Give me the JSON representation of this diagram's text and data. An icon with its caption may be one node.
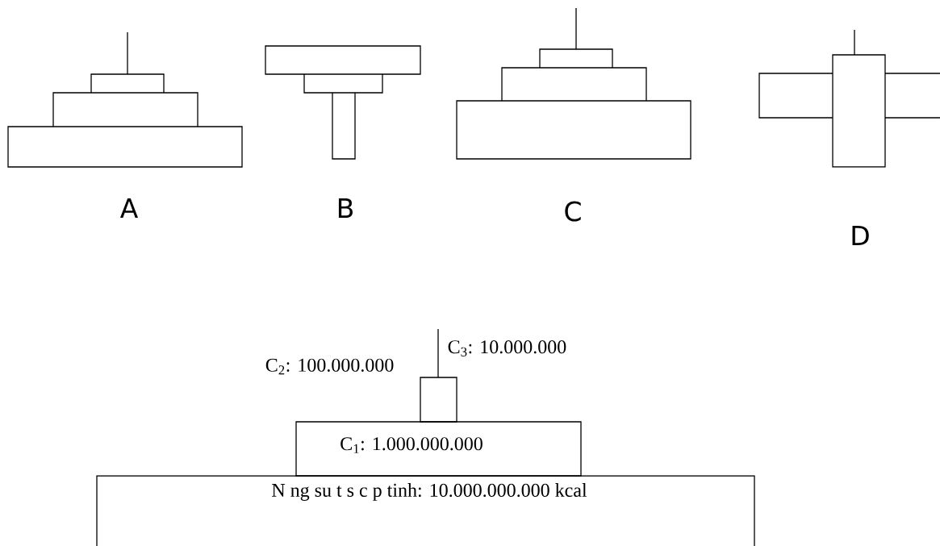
{
  "diagram": {
    "nodes": [
      {
        "text": [
          "N ng su t s  c p tinh: 10.000.000.000 kcal"
        ]
      },
      {
        "text": [
          "C$_{1}$: 1.000.000.000"
        ]
      },
      {
        "text": [],
        "shape": "box",
        "beside": [
          "C$_{2}$: 100.000.000"
        ]
      }
    ],
    "labels": [
      "A",
      "B",
      "C",
      "D",
      "C$_{3}$: 10.000.000"
    ]
  }
}
